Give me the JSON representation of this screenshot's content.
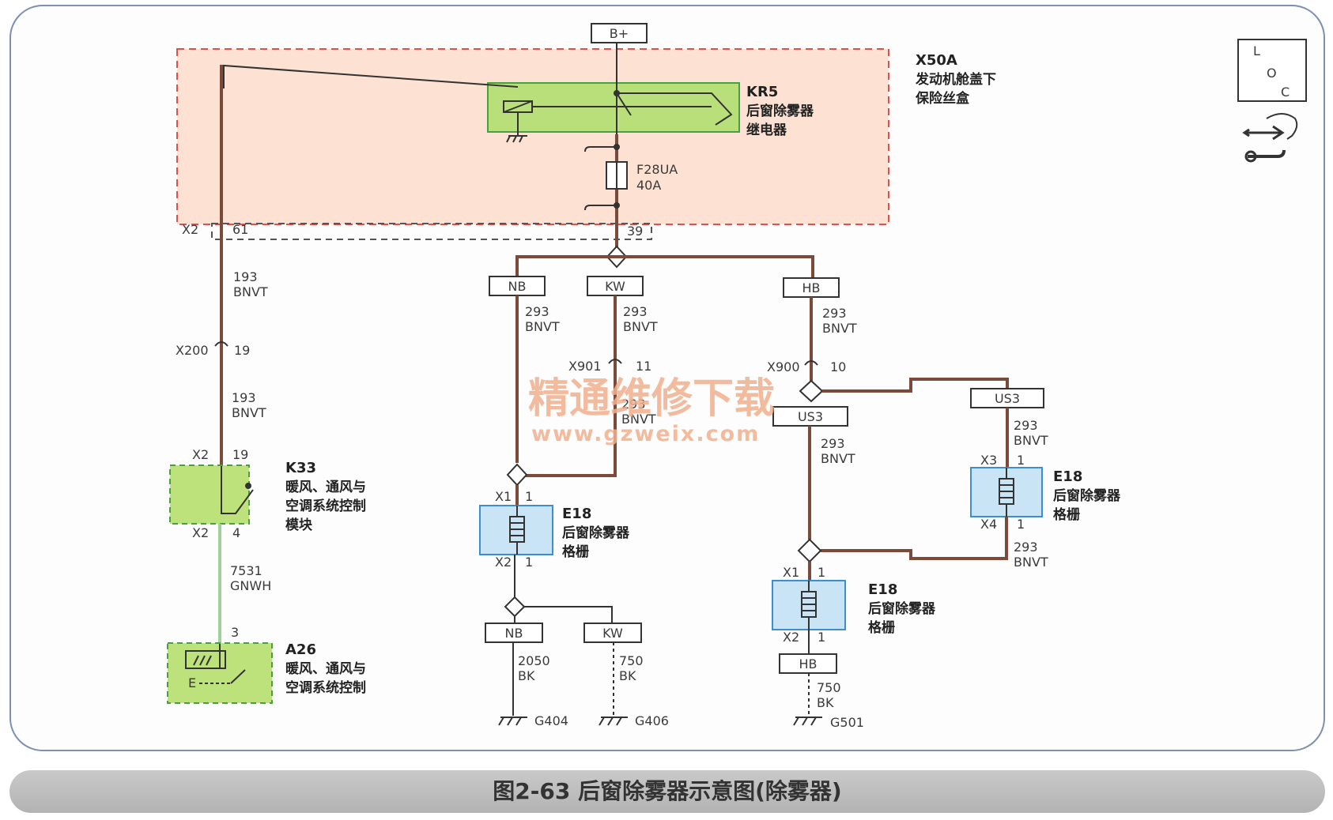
{
  "caption": "图2-63   后窗除雾器示意图(除雾器)",
  "watermark": {
    "line1": "精通维修下载",
    "line2": "www.gzweix.com"
  },
  "loc_icon": {
    "l": "L",
    "o": "O",
    "c": "C"
  },
  "power": {
    "label": "B+"
  },
  "fusebox": {
    "id": "X50A",
    "line1": "发动机舱盖下",
    "line2": "保险丝盒"
  },
  "relay": {
    "id": "KR5",
    "line1": "后窗除雾器",
    "line2": "继电器"
  },
  "fuse": {
    "id": "F28UA",
    "rating": "40A"
  },
  "pins": {
    "x2_61_conn": "X2",
    "x2_61": "61",
    "pin39": "39"
  },
  "wires": {
    "left_circuit": "193",
    "left_color": "BNVT",
    "left_circuit2": "193",
    "left_color2": "BNVT",
    "nb_circuit": "293",
    "nb_color": "BNVT",
    "kw_circuit": "293",
    "kw_color": "BNVT",
    "kw_circuit2": "293",
    "kw_color2": "BNVT",
    "hb_circuit": "293",
    "hb_color": "BNVT",
    "us3_circuit": "293",
    "us3_color": "BNVT",
    "us3r_circuit": "293",
    "us3r_color": "BNVT",
    "us3r_circuit2": "293",
    "us3r_color2": "BNVT",
    "gn_circuit": "7531",
    "gn_color": "GNWH",
    "g404_circuit": "2050",
    "g404_color": "BK",
    "g406_circuit": "750",
    "g406_color": "BK",
    "g501_circuit": "750",
    "g501_color": "BK"
  },
  "connectors": {
    "x200": "X200",
    "x200_pin": "19",
    "x901": "X901",
    "x901_pin": "11",
    "x900": "X900",
    "x900_pin": "10"
  },
  "tags": {
    "nb": "NB",
    "kw": "KW",
    "hb": "HB",
    "us3": "US3",
    "us3r": "US3",
    "nb2": "NB",
    "kw2": "KW",
    "hb2": "HB"
  },
  "k33": {
    "id": "K33",
    "line1": "暖风、通风与",
    "line2": "空调系统控制",
    "line3": "模块",
    "conn_top": "X2",
    "pin_top": "19",
    "conn_bot": "X2",
    "pin_bot": "4"
  },
  "a26": {
    "id": "A26",
    "line1": "暖风、通风与",
    "line2": "空调系统控制",
    "pin": "3"
  },
  "e18_a": {
    "id": "E18",
    "line1": "后窗除雾器",
    "line2": "格栅",
    "conn_top": "X1",
    "pin_top": "1",
    "conn_bot": "X2",
    "pin_bot": "1"
  },
  "e18_b": {
    "id": "E18",
    "line1": "后窗除雾器",
    "line2": "格栅",
    "conn_top": "X1",
    "pin_top": "1",
    "conn_bot": "X2",
    "pin_bot": "1"
  },
  "e18_c": {
    "id": "E18",
    "line1": "后窗除雾器",
    "line2": "格栅",
    "conn_top": "X3",
    "pin_top": "1",
    "conn_bot": "X4",
    "pin_bot": "1"
  },
  "grounds": {
    "g404": "G404",
    "g406": "G406",
    "g501": "G501"
  },
  "colors": {
    "wire": "#7b4a38",
    "fusebox_fill": "#fde2d3",
    "fusebox_border": "#e0504a",
    "relay_fill": "#b9df7a",
    "module_fill": "#bde27c",
    "module_border": "#49a040",
    "grid_fill": "#c9e4f5",
    "grid_border": "#3a8fcc",
    "signal_wire": "#9fd29a"
  }
}
